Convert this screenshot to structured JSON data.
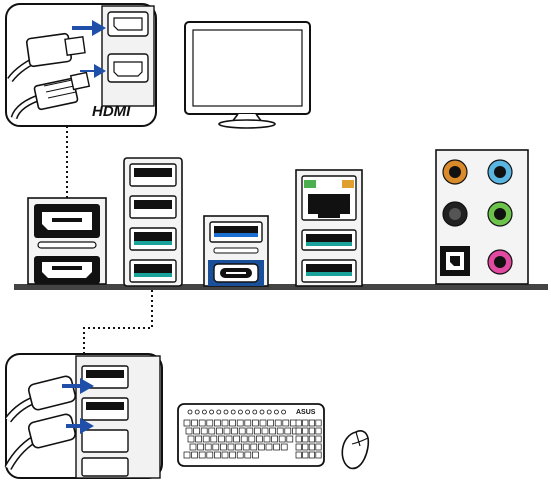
{
  "panel": {
    "hdmi_logo_text": "HDMI",
    "brand_text": "ASUS"
  },
  "colors": {
    "usb3_blue": "#1a6fd1",
    "usb_teal": "#1aa39a",
    "audio_orange": "#d98a2a",
    "audio_blue": "#5ab6e0",
    "audio_black": "#222222",
    "audio_green": "#6cc24a",
    "audio_pink": "#e04aa0",
    "arrow_blue": "#1f4fa8",
    "lan_led_green": "#4caf50",
    "lan_led_orange": "#e0a030"
  },
  "ports": [
    "displayport",
    "hdmi",
    "usb-a-stack-left",
    "usb-a-and-usb-c",
    "lan-rj45",
    "usb-a-pair",
    "audio-jacks",
    "optical-spdif"
  ]
}
